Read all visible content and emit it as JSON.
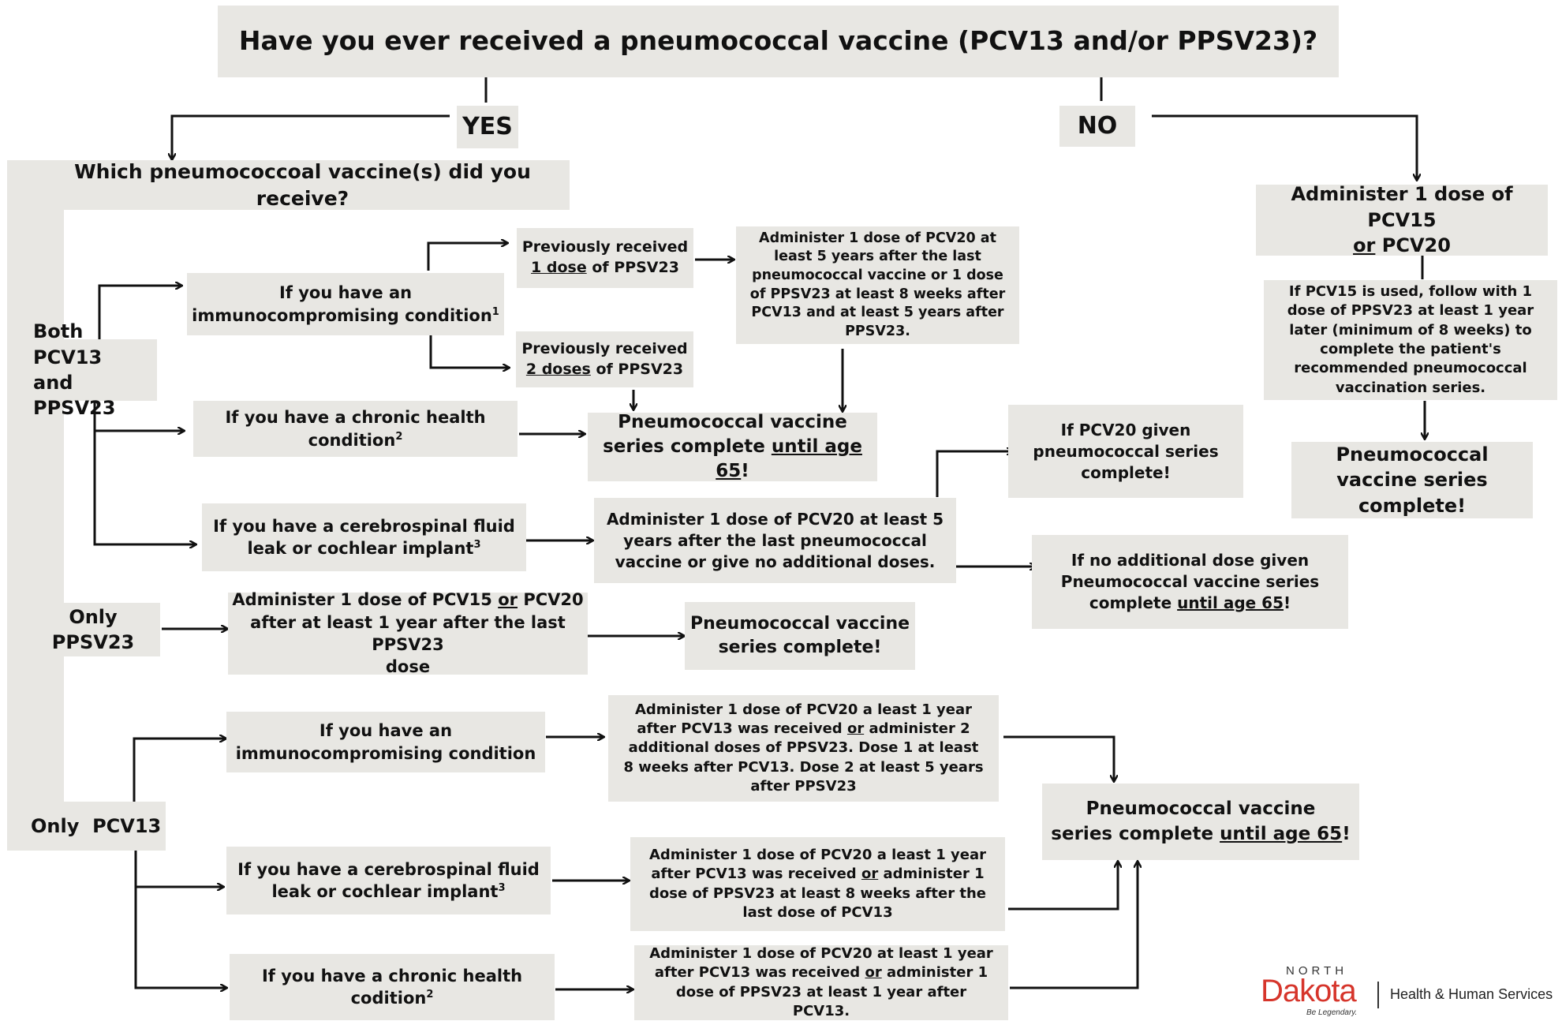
{
  "title": "Have you ever received a pneumococcal vaccine (PCV13 and/or PPSV23)?",
  "yes": "YES",
  "no": "NO",
  "which": "Which pneumococcoal vaccine(s) did you receive?",
  "no_branch": {
    "administer_a": "Administer 1 dose of PCV15",
    "administer_or": "or",
    "administer_b": " PCV20",
    "followup": "If PCV15 is used, follow with 1 dose of PPSV23 at least 1 year later (minimum of 8 weeks) to complete the patient's recommended pneumococcal vaccination series.",
    "complete": "Pneumococcal vaccine series complete!"
  },
  "both": {
    "label": "Both PCV13\nand PPSV23",
    "immuno": "If you have an\nimmunocompromising condition",
    "immuno_sup": "1",
    "prev1_a": "Previously received",
    "prev1_u": "1 dose",
    "prev1_b": " of PPSV23",
    "prev2_a": "Previously received",
    "prev2_u": "2 doses",
    "prev2_b": " of PPSV23",
    "admin_immuno": "Administer 1 dose of PCV20 at least 5 years after the last pneumococcal vaccine or 1 dose of PPSV23 at least 8 weeks after PCV13 and at least 5 years after PPSV23.",
    "chronic": "If you have a chronic health\ncondition",
    "chronic_sup": "2",
    "complete_a": "Pneumococcal vaccine\nseries complete ",
    "complete_u": "until age 65",
    "complete_b": "!",
    "csf": "If you have a cerebrospinal fluid\nleak or cochlear implant",
    "csf_sup": "3",
    "admin_csf": "Administer 1 dose of PCV20 at least 5 years after the last pneumococcal vaccine or give no additional doses.",
    "pcv20_given": "If PCV20 given pneumococcal series complete!",
    "no_additional_a": "If no additional dose given Pneumococcal vaccine series complete ",
    "no_additional_u": "until age 65",
    "no_additional_b": "!"
  },
  "ppsv23": {
    "label": "Only PPSV23",
    "admin_a": "Administer 1 dose of PCV15 ",
    "admin_or": "or",
    "admin_b": " PCV20\nafter at least 1 year after the last PPSV23\ndose",
    "complete": "Pneumococcal vaccine\nseries complete!"
  },
  "pcv13": {
    "label": "Only  PCV13",
    "immuno": "If you have an\nimmunocompromising condition",
    "admin_immuno_a": "Administer 1 dose of PCV20 a least 1 year after PCV13 was received ",
    "admin_immuno_or": "or",
    "admin_immuno_b": " administer 2 additional doses of PPSV23. Dose 1 at least 8 weeks after PCV13. Dose 2 at least 5 years after PPSV23",
    "csf": "If you have a cerebrospinal fluid\nleak or cochlear implant",
    "csf_sup": "3",
    "admin_csf_a": "Administer 1 dose of PCV20 a least 1 year after PCV13 was received ",
    "admin_csf_or": "or",
    "admin_csf_b": " administer 1 dose of PPSV23 at least 8 weeks after the last dose of PCV13",
    "chronic": "If you have a chronic health\ncodition",
    "chronic_sup": "2",
    "admin_chronic_a": "Administer 1 dose of PCV20 at least 1 year after PCV13 was received ",
    "admin_chronic_or": "or",
    "admin_chronic_b": " administer 1 dose of PPSV23 at least 1 year after PCV13.",
    "complete_a": "Pneumococcal vaccine\nseries complete ",
    "complete_u": "until age 65",
    "complete_b": "!"
  },
  "logo": {
    "north": "NORTH",
    "dakota": "Dakota",
    "tagline": "Be Legendary.",
    "dept": "Health & Human Services",
    "brand_color": "#d6352b"
  }
}
